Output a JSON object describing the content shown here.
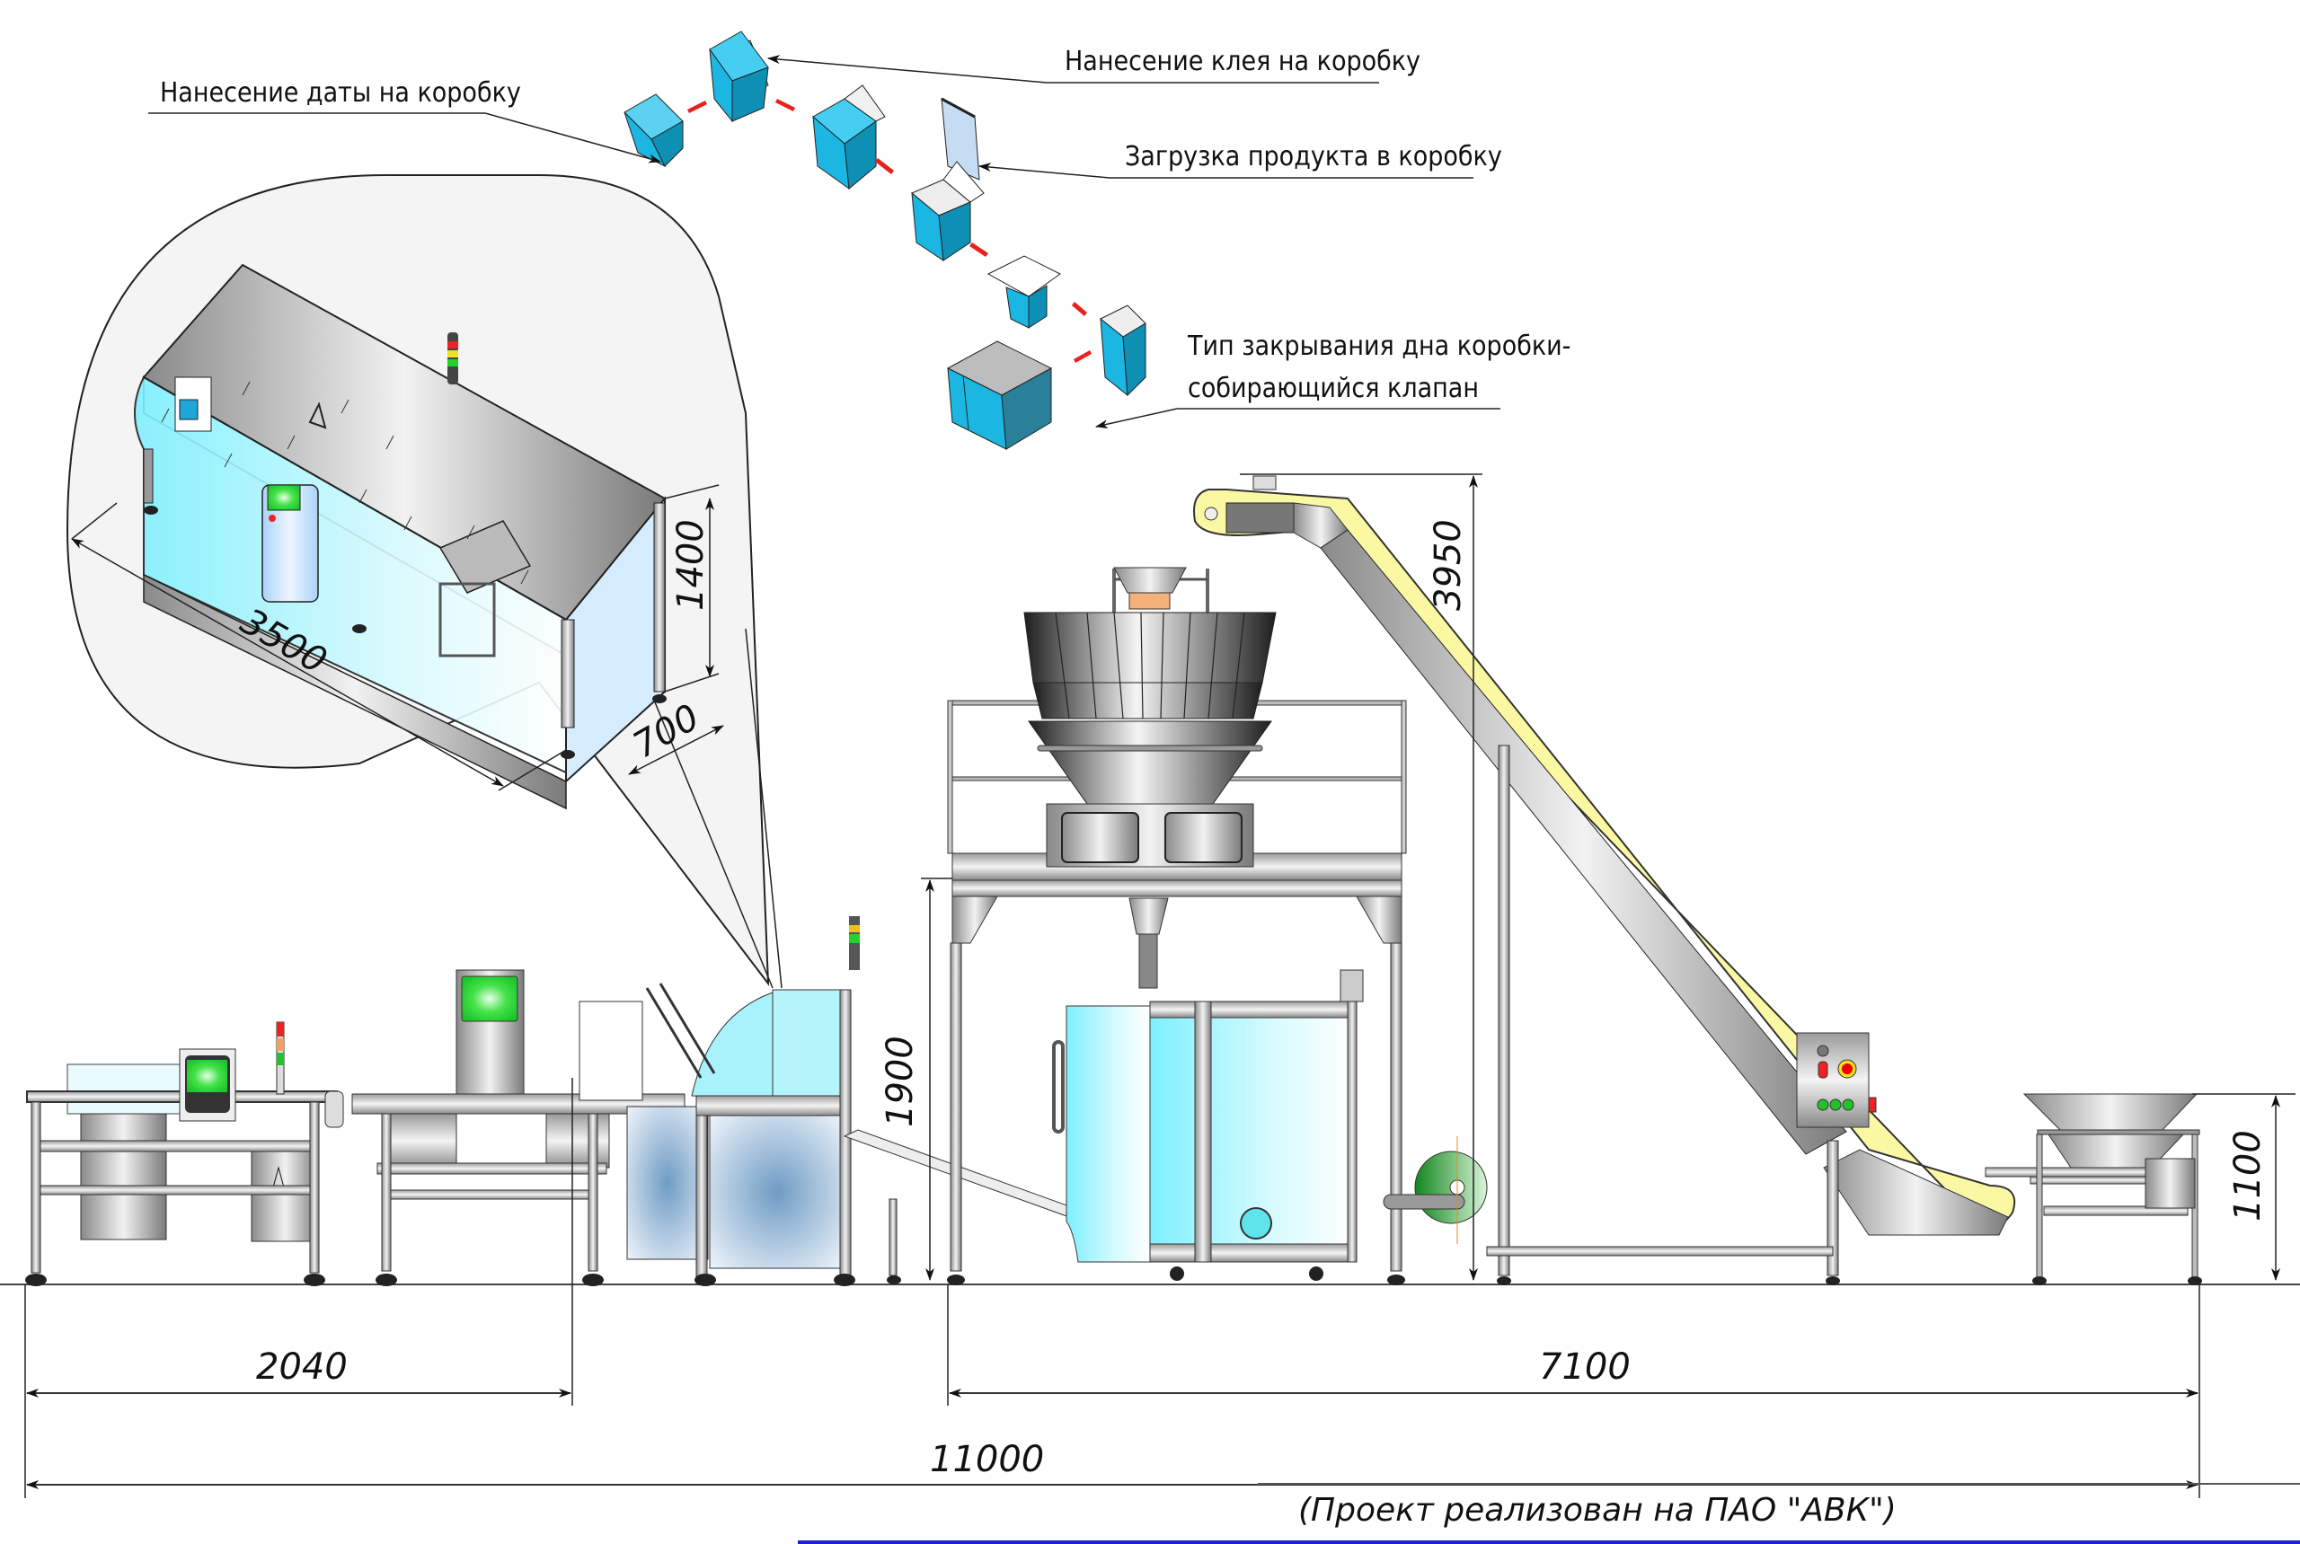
{
  "title": "Линия упаковки продукта в коробку",
  "callouts": {
    "date_printing": "Нанесение даты на коробку",
    "glue_application": "Нанесение клея на коробку",
    "product_loading": "Загрузка продукта в коробку",
    "bottom_closure_line1": "Тип закрывания дна коробки-",
    "bottom_closure_line2": "собирающийся клапан"
  },
  "dimensions": {
    "inset_length": "3500",
    "inset_height": "1400",
    "inset_depth": "700",
    "elevator_height": "3950",
    "weigher_platform_height": "1900",
    "hopper_height": "1100",
    "left_section_length": "2040",
    "right_section_length": "7100",
    "total_length": "11000"
  },
  "footer_note": "(Проект реализован на ПАО \"АВК\")",
  "colors": {
    "box_blue": "#19b3e0",
    "flow_arrow": "#e8211d",
    "glass": "#c9f3fb",
    "screen_green": "#2ee23a",
    "conveyor_belt": "#fbf8a4",
    "film_roll": "#2fa33a",
    "inset_bg": "#f4f4f4",
    "footer_rule": "#1f1fd8"
  },
  "equipment": [
    {
      "name": "metal-detector-conveyor"
    },
    {
      "name": "checkweigher"
    },
    {
      "name": "cartoner"
    },
    {
      "name": "discharge-conveyor"
    },
    {
      "name": "multihead-weigher"
    },
    {
      "name": "weigher-platform"
    },
    {
      "name": "vffs-packer"
    },
    {
      "name": "film-roll"
    },
    {
      "name": "z-bucket-elevator"
    },
    {
      "name": "elevator-control-box"
    },
    {
      "name": "vibratory-feed-hopper"
    }
  ],
  "box_flow_steps": [
    "blank-stack",
    "erected-box",
    "open-top-box",
    "product-loaded-box",
    "flap-open-box",
    "glued-box",
    "date-printed-box"
  ]
}
